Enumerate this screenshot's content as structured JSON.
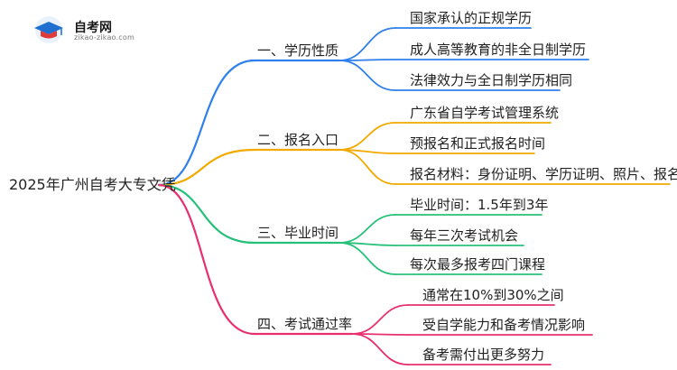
{
  "logo": {
    "title": "自考网",
    "subtitle": "zikao-zikao.com"
  },
  "root": {
    "label": "2025年广州自考大专文凭"
  },
  "colors": {
    "branch1": "#2f80ed",
    "branch2": "#f2a900",
    "branch3": "#27c07a",
    "branch4": "#e8306f"
  },
  "branches": [
    {
      "label": "一、学历性质",
      "children": [
        "国家承认的正规学历",
        "成人高等教育的非全日制学历",
        "法律效力与全日制学历相同"
      ]
    },
    {
      "label": "二、报名入口",
      "children": [
        "广东省自学考试管理系统",
        "预报名和正式报名时间",
        "报名材料：身份证明、学历证明、照片、报名表"
      ]
    },
    {
      "label": "三、毕业时间",
      "children": [
        "毕业时间：1.5年到3年",
        "每年三次考试机会",
        "每次最多报考四门课程"
      ]
    },
    {
      "label": "四、考试通过率",
      "children": [
        "通常在10%到30%之间",
        "受自学能力和备考情况影响",
        "备考需付出更多努力"
      ]
    }
  ]
}
